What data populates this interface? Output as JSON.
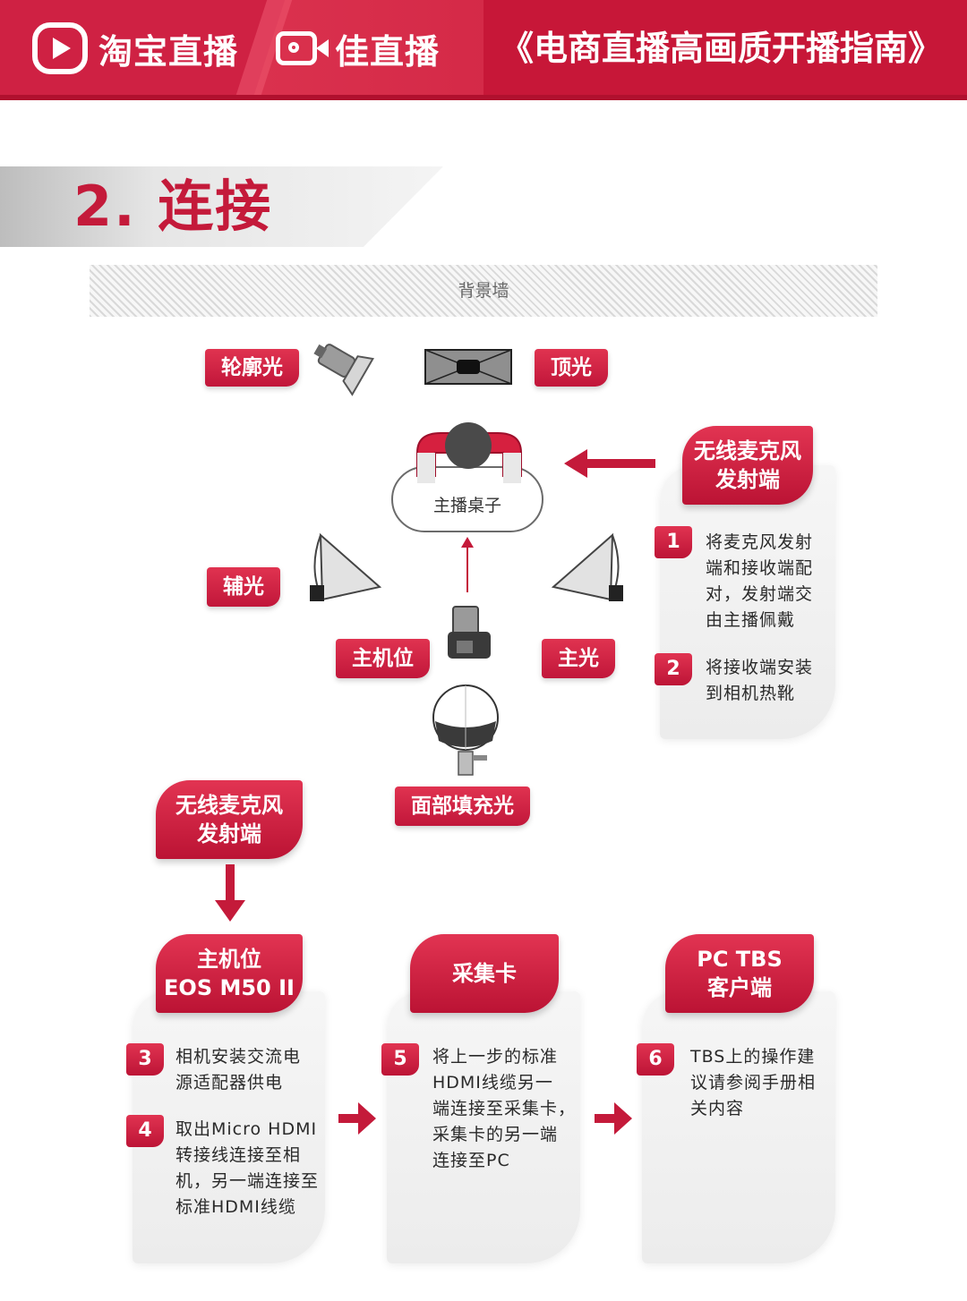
{
  "header": {
    "brand1": "淘宝直播",
    "brand2": "佳直播",
    "guide_title": "《电商直播高画质开播指南》",
    "colors": {
      "primary": "#c8193a",
      "accent": "#e13a55"
    }
  },
  "section": {
    "title": "2. 连接"
  },
  "layout": {
    "wall": "背景墙",
    "rim_light": "轮廓光",
    "top_light": "顶光",
    "desk": "主播桌子",
    "fill_light": "辅光",
    "main_camera": "主机位",
    "key_light": "主光",
    "face_fill": "面部填充光"
  },
  "mic_card": {
    "title_line1": "无线麦克风",
    "title_line2": "发射端",
    "steps": [
      {
        "num": "1",
        "lines": [
          "将麦克风发射",
          "端和接收端配",
          "对，发射端交",
          "由主播佩戴"
        ]
      },
      {
        "num": "2",
        "lines": [
          "将接收端安装",
          "到相机热靴"
        ]
      }
    ]
  },
  "flow": {
    "mic_tag_line1": "无线麦克风",
    "mic_tag_line2": "发射端",
    "camera_card": {
      "title_line1": "主机位",
      "title_line2": "EOS M50 II",
      "steps": [
        {
          "num": "3",
          "lines": [
            "相机安装交流电",
            "源适配器供电"
          ]
        },
        {
          "num": "4",
          "lines": [
            "取出Micro HDMI",
            "转接线连接至相",
            "机，另一端连接至",
            "标准HDMI线缆"
          ]
        }
      ]
    },
    "capture_card": {
      "title": "采集卡",
      "steps": [
        {
          "num": "5",
          "lines": [
            "将上一步的标准",
            "HDMI线缆另一",
            "端连接至采集卡，",
            "采集卡的另一端",
            "连接至PC"
          ]
        }
      ]
    },
    "pc_card": {
      "title_line1": "PC TBS",
      "title_line2": "客户端",
      "steps": [
        {
          "num": "6",
          "lines": [
            "TBS上的操作建",
            "议请参阅手册相",
            "关内容"
          ]
        }
      ]
    }
  }
}
